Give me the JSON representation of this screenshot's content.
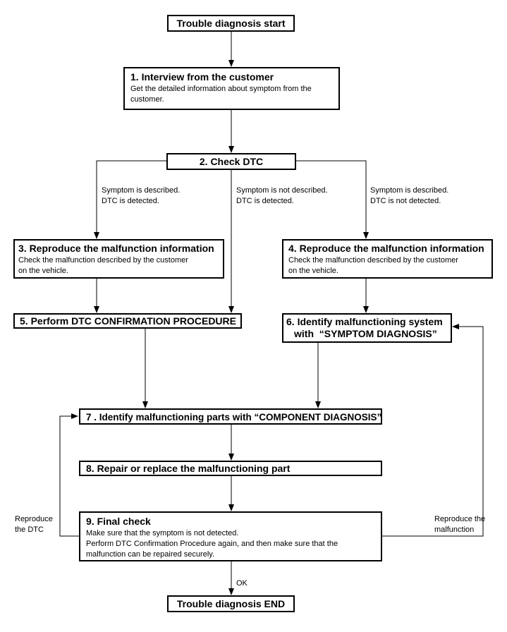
{
  "diagram": {
    "start": "Trouble diagnosis start",
    "step1": {
      "title": "1. Interview from the customer",
      "text_line1": "Get the detailed information about symptom from the",
      "text_line2": "customer."
    },
    "step2": {
      "title": "2. Check DTC"
    },
    "branch_left": {
      "line1": "Symptom is described.",
      "line2": "DTC is detected."
    },
    "branch_middle": {
      "line1": "Symptom is not described.",
      "line2": "DTC is detected."
    },
    "branch_right": {
      "line1": "Symptom is described.",
      "line2": "DTC is not detected."
    },
    "step3": {
      "title": "3. Reproduce the malfunction information",
      "text_line1": "Check the malfunction described by the customer",
      "text_line2": "on the vehicle."
    },
    "step4": {
      "title": "4. Reproduce the malfunction information",
      "text_line1": "Check the malfunction described by the customer",
      "text_line2": "on the vehicle."
    },
    "step5": {
      "title": "5. Perform DTC CONFIRMATION PROCEDURE"
    },
    "step6": {
      "title_line1": "6. Identify malfunctioning system",
      "title_line2": "with  “SYMPTOM DIAGNOSIS”"
    },
    "step7": {
      "title": "7 . Identify malfunctioning parts with “COMPONENT DIAGNOSIS”"
    },
    "step8": {
      "title": "8. Repair or replace the malfunctioning part"
    },
    "step9": {
      "title": "9. Final check",
      "text_line1": "Make sure that the symptom is not detected.",
      "text_line2": "Perform DTC Confirmation Procedure again, and then make sure that the",
      "text_line3": "malfunction can be repaired securely."
    },
    "loop_left": {
      "line1": "Reproduce",
      "line2": "the DTC"
    },
    "loop_right": {
      "line1": "Reproduce the",
      "line2": "malfunction"
    },
    "ok_label": "OK",
    "end": "Trouble diagnosis END"
  }
}
